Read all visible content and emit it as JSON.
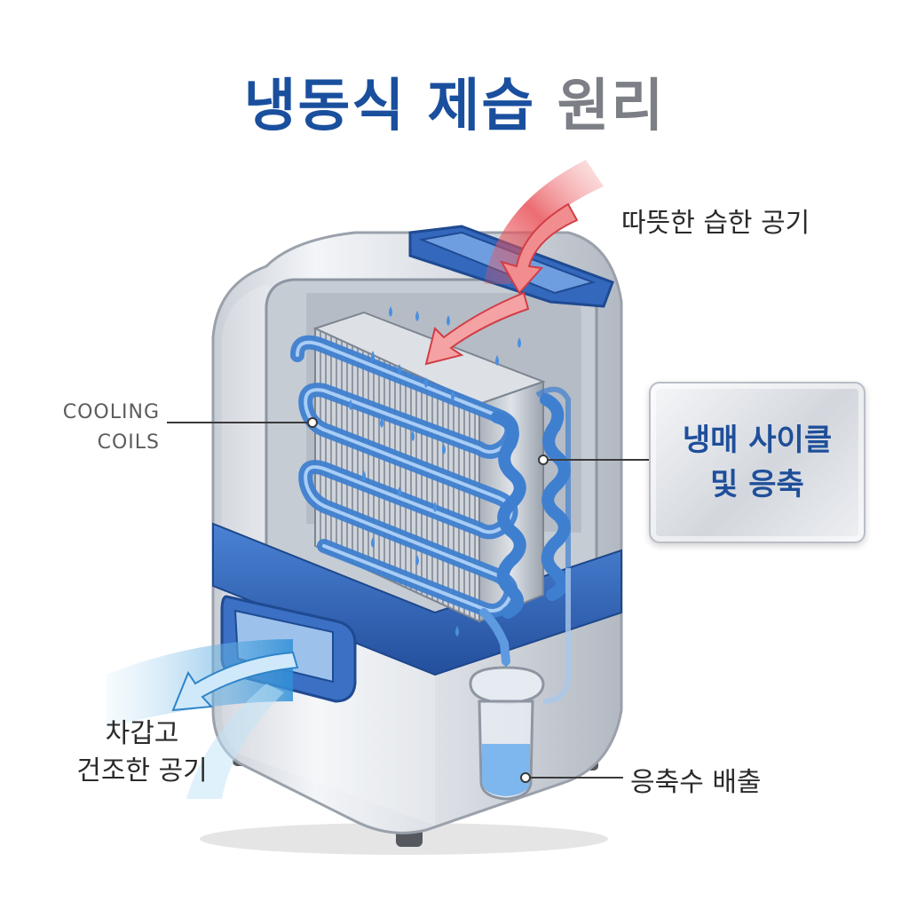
{
  "title": {
    "part1": "냉동식 제습",
    "part2": "원리"
  },
  "labels": {
    "warm_air": "따뜻한 습한 공기",
    "cooling_line1": "COOLING",
    "cooling_line2": "COILS",
    "cycle_line1": "냉매 사이클",
    "cycle_line2": "및 응축",
    "dry_line1": "차갑고",
    "dry_line2": "건조한 공기",
    "drain": "응축수 배출"
  },
  "colors": {
    "title_blue": "#1a4f9e",
    "title_gray": "#7c7f85",
    "warm_air": "#e8535a",
    "cool_air": "#4aa8e0",
    "coil_blue": "#3f7fd0",
    "band_blue": "#2e63b8"
  }
}
